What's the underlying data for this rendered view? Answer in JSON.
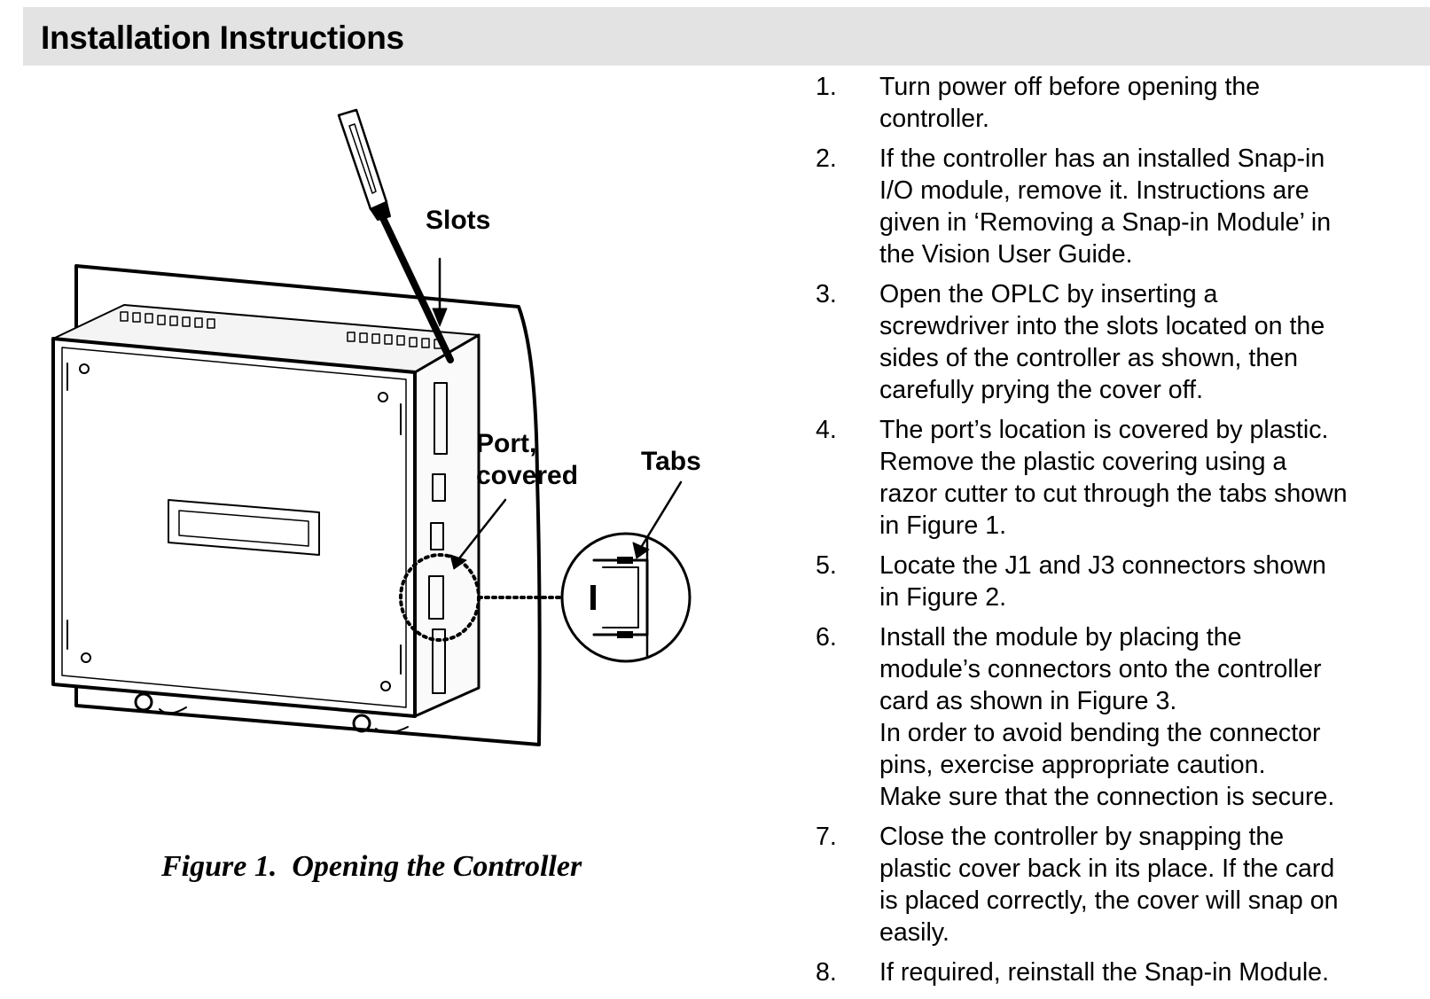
{
  "header": {
    "title": "Installation Instructions"
  },
  "figure": {
    "labels": {
      "slots": "Slots",
      "port_line1": "Port,",
      "port_line2": "covered",
      "tabs": "Tabs"
    },
    "caption": "Figure 1.  Opening the Controller"
  },
  "steps": [
    {
      "num": "1.",
      "text": "Turn power off before opening the\ncontroller."
    },
    {
      "num": "2.",
      "text": "If the controller has an installed Snap-in\nI/O module, remove it. Instructions are\ngiven in ‘Removing a Snap-in Module’ in\nthe Vision User Guide."
    },
    {
      "num": "3.",
      "text": "Open the OPLC by inserting a\nscrewdriver into the slots located on the\nsides of the controller as shown, then\ncarefully prying the cover off."
    },
    {
      "num": "4.",
      "text": "The port’s location is covered by plastic.\nRemove the plastic covering using a\nrazor cutter to cut through the tabs shown\nin Figure 1."
    },
    {
      "num": "5.",
      "text": "Locate the J1 and J3 connectors shown\nin Figure 2."
    },
    {
      "num": "6.",
      "text": "Install the module by placing the\nmodule’s connectors onto the controller\ncard as shown in Figure 3.\nIn order to avoid bending the connector\npins, exercise appropriate caution.\nMake sure that the connection is secure."
    },
    {
      "num": "7.",
      "text": "Close the controller by snapping the\nplastic cover back in its place. If the card\nis placed correctly, the cover will snap on\neasily."
    },
    {
      "num": "8.",
      "text": "If required, reinstall the Snap-in Module."
    }
  ]
}
